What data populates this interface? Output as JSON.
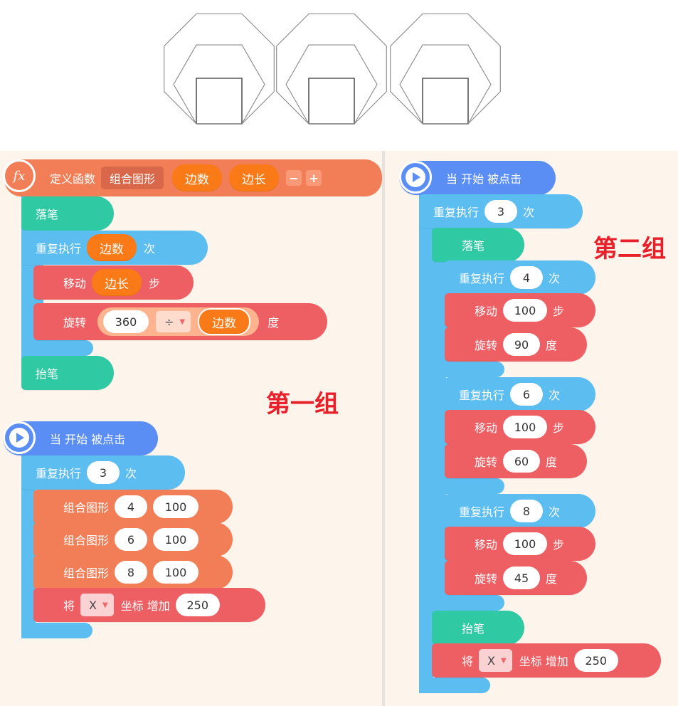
{
  "labels": {
    "group1": "第一组",
    "group2": "第二组"
  },
  "colors": {
    "pen_down": "#2fc9a4",
    "repeat": "#5cbdf0",
    "motion": "#ee5f63",
    "function": "#f27e57",
    "event": "#5a8ef4",
    "annotation": "#e8202a"
  },
  "left": {
    "define": {
      "label": "定义函数",
      "name": "组合图形",
      "param1": "边数",
      "param2": "边长",
      "minus": "−",
      "plus": "+"
    },
    "pen_down": "落笔",
    "repeat": {
      "label": "重复执行",
      "times_suffix": "次",
      "param": "边数"
    },
    "move": {
      "label": "移动",
      "param": "边长",
      "unit": "步"
    },
    "turn": {
      "label": "旋转",
      "dividend": "360",
      "operator": "÷",
      "divisor": "边数",
      "unit": "度"
    },
    "pen_up": "抬笔",
    "start": {
      "label": "当 开始 被点击"
    },
    "repeat2": {
      "label": "重复执行",
      "count": "3",
      "suffix": "次"
    },
    "calls": [
      {
        "name": "组合图形",
        "a": "4",
        "b": "100"
      },
      {
        "name": "组合图形",
        "a": "6",
        "b": "100"
      },
      {
        "name": "组合图形",
        "a": "8",
        "b": "100"
      }
    ],
    "change": {
      "label": "将",
      "axis": "X",
      "text": "坐标 增加",
      "value": "250"
    }
  },
  "right": {
    "start": {
      "label": "当 开始 被点击"
    },
    "repeat": {
      "label": "重复执行",
      "count": "3",
      "suffix": "次"
    },
    "pen_down": "落笔",
    "loops": [
      {
        "label": "重复执行",
        "count": "4",
        "suffix": "次",
        "move_label": "移动",
        "move": "100",
        "move_unit": "步",
        "turn_label": "旋转",
        "turn": "90",
        "turn_unit": "度"
      },
      {
        "label": "重复执行",
        "count": "6",
        "suffix": "次",
        "move_label": "移动",
        "move": "100",
        "move_unit": "步",
        "turn_label": "旋转",
        "turn": "60",
        "turn_unit": "度"
      },
      {
        "label": "重复执行",
        "count": "8",
        "suffix": "次",
        "move_label": "移动",
        "move": "100",
        "move_unit": "步",
        "turn_label": "旋转",
        "turn": "45",
        "turn_unit": "度"
      }
    ],
    "pen_up": "抬笔",
    "change": {
      "label": "将",
      "axis": "X",
      "text": "坐标 增加",
      "value": "250"
    }
  }
}
